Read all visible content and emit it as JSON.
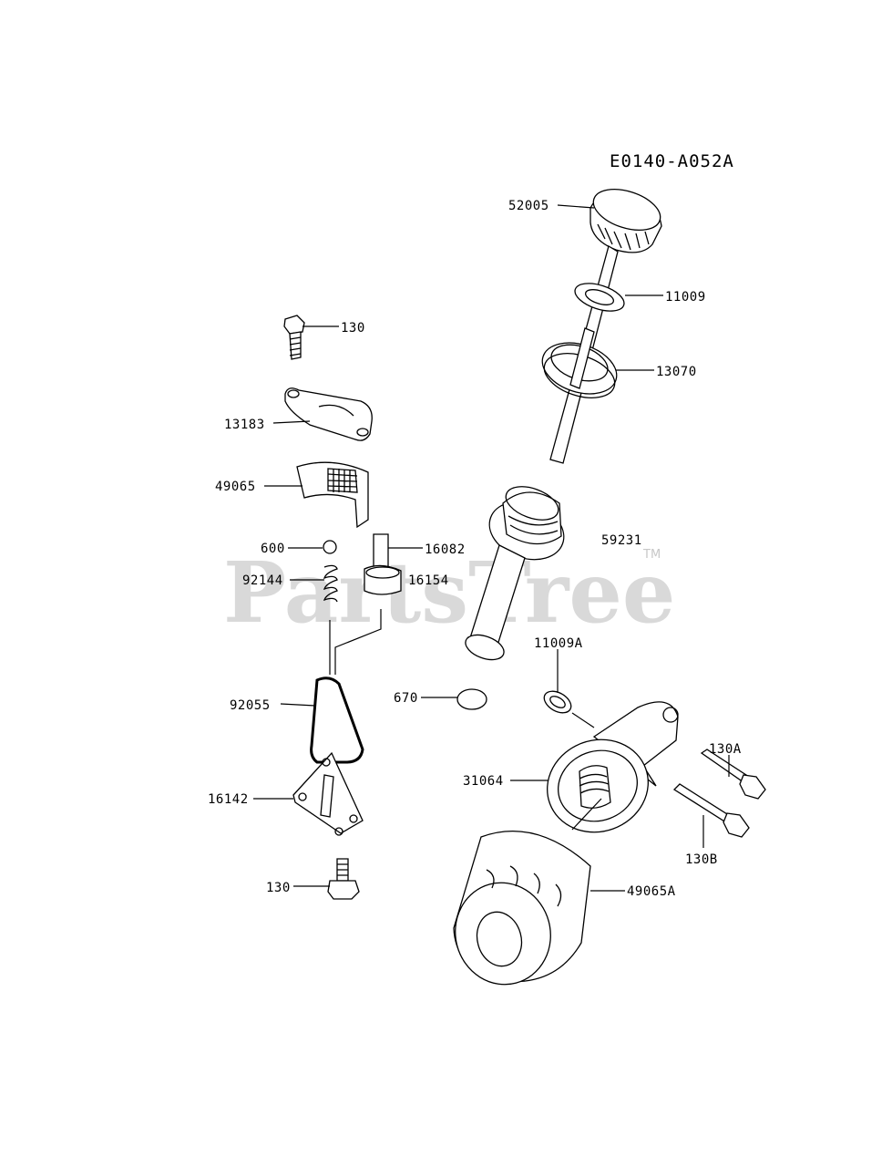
{
  "diagram_code": "E0140-A052A",
  "watermark": {
    "text": "PartsTree",
    "trademark": "TM"
  },
  "labels": [
    {
      "id": "l52005",
      "text": "52005"
    },
    {
      "id": "l11009",
      "text": "11009"
    },
    {
      "id": "l13070",
      "text": "13070"
    },
    {
      "id": "l130top",
      "text": "130"
    },
    {
      "id": "l13183",
      "text": "13183"
    },
    {
      "id": "l49065",
      "text": "49065"
    },
    {
      "id": "l600",
      "text": "600"
    },
    {
      "id": "l16082",
      "text": "16082"
    },
    {
      "id": "l92144",
      "text": "92144"
    },
    {
      "id": "l16154",
      "text": "16154"
    },
    {
      "id": "l59231",
      "text": "59231"
    },
    {
      "id": "l11009A",
      "text": "11009A"
    },
    {
      "id": "l670",
      "text": "670"
    },
    {
      "id": "l92055",
      "text": "92055"
    },
    {
      "id": "l130A",
      "text": "130A"
    },
    {
      "id": "l31064",
      "text": "31064"
    },
    {
      "id": "l16142",
      "text": "16142"
    },
    {
      "id": "l130B",
      "text": "130B"
    },
    {
      "id": "l130bot",
      "text": "130"
    },
    {
      "id": "l49065A",
      "text": "49065A"
    }
  ]
}
